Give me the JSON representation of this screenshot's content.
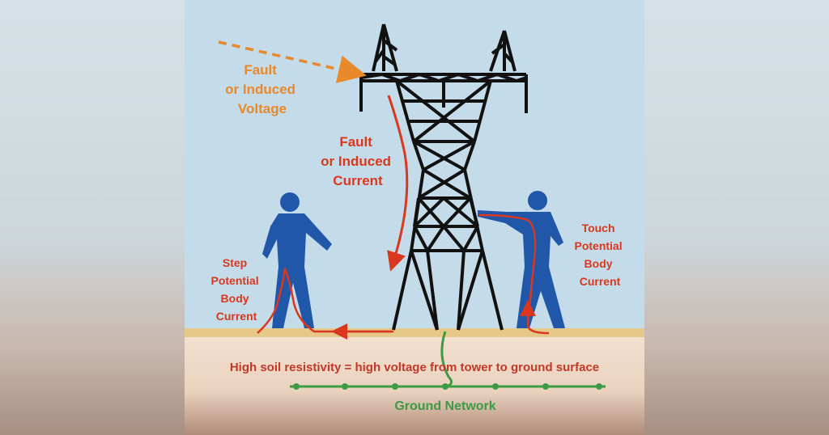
{
  "labels": {
    "fault_voltage": [
      "Fault",
      "or Induced",
      "Voltage"
    ],
    "fault_current": [
      "Fault",
      "or Induced",
      "Current"
    ],
    "step": [
      "Step",
      "Potential",
      "Body",
      "Current"
    ],
    "touch": [
      "Touch",
      "Potential",
      "Body",
      "Current"
    ],
    "soil": "High soil resistivity = high voltage from tower to ground surface",
    "ground_network": "Ground Network"
  },
  "colors": {
    "sky": "#c4dbe9",
    "ground_line": "#e8c98a",
    "soil": "#f1ddc8",
    "orange": "#e8892b",
    "red": "#d9381e",
    "blue": "#2157a8",
    "green": "#3d9a45",
    "tower": "#111111"
  },
  "icons": [
    "person-step-icon",
    "person-touch-icon",
    "transmission-tower-icon"
  ]
}
